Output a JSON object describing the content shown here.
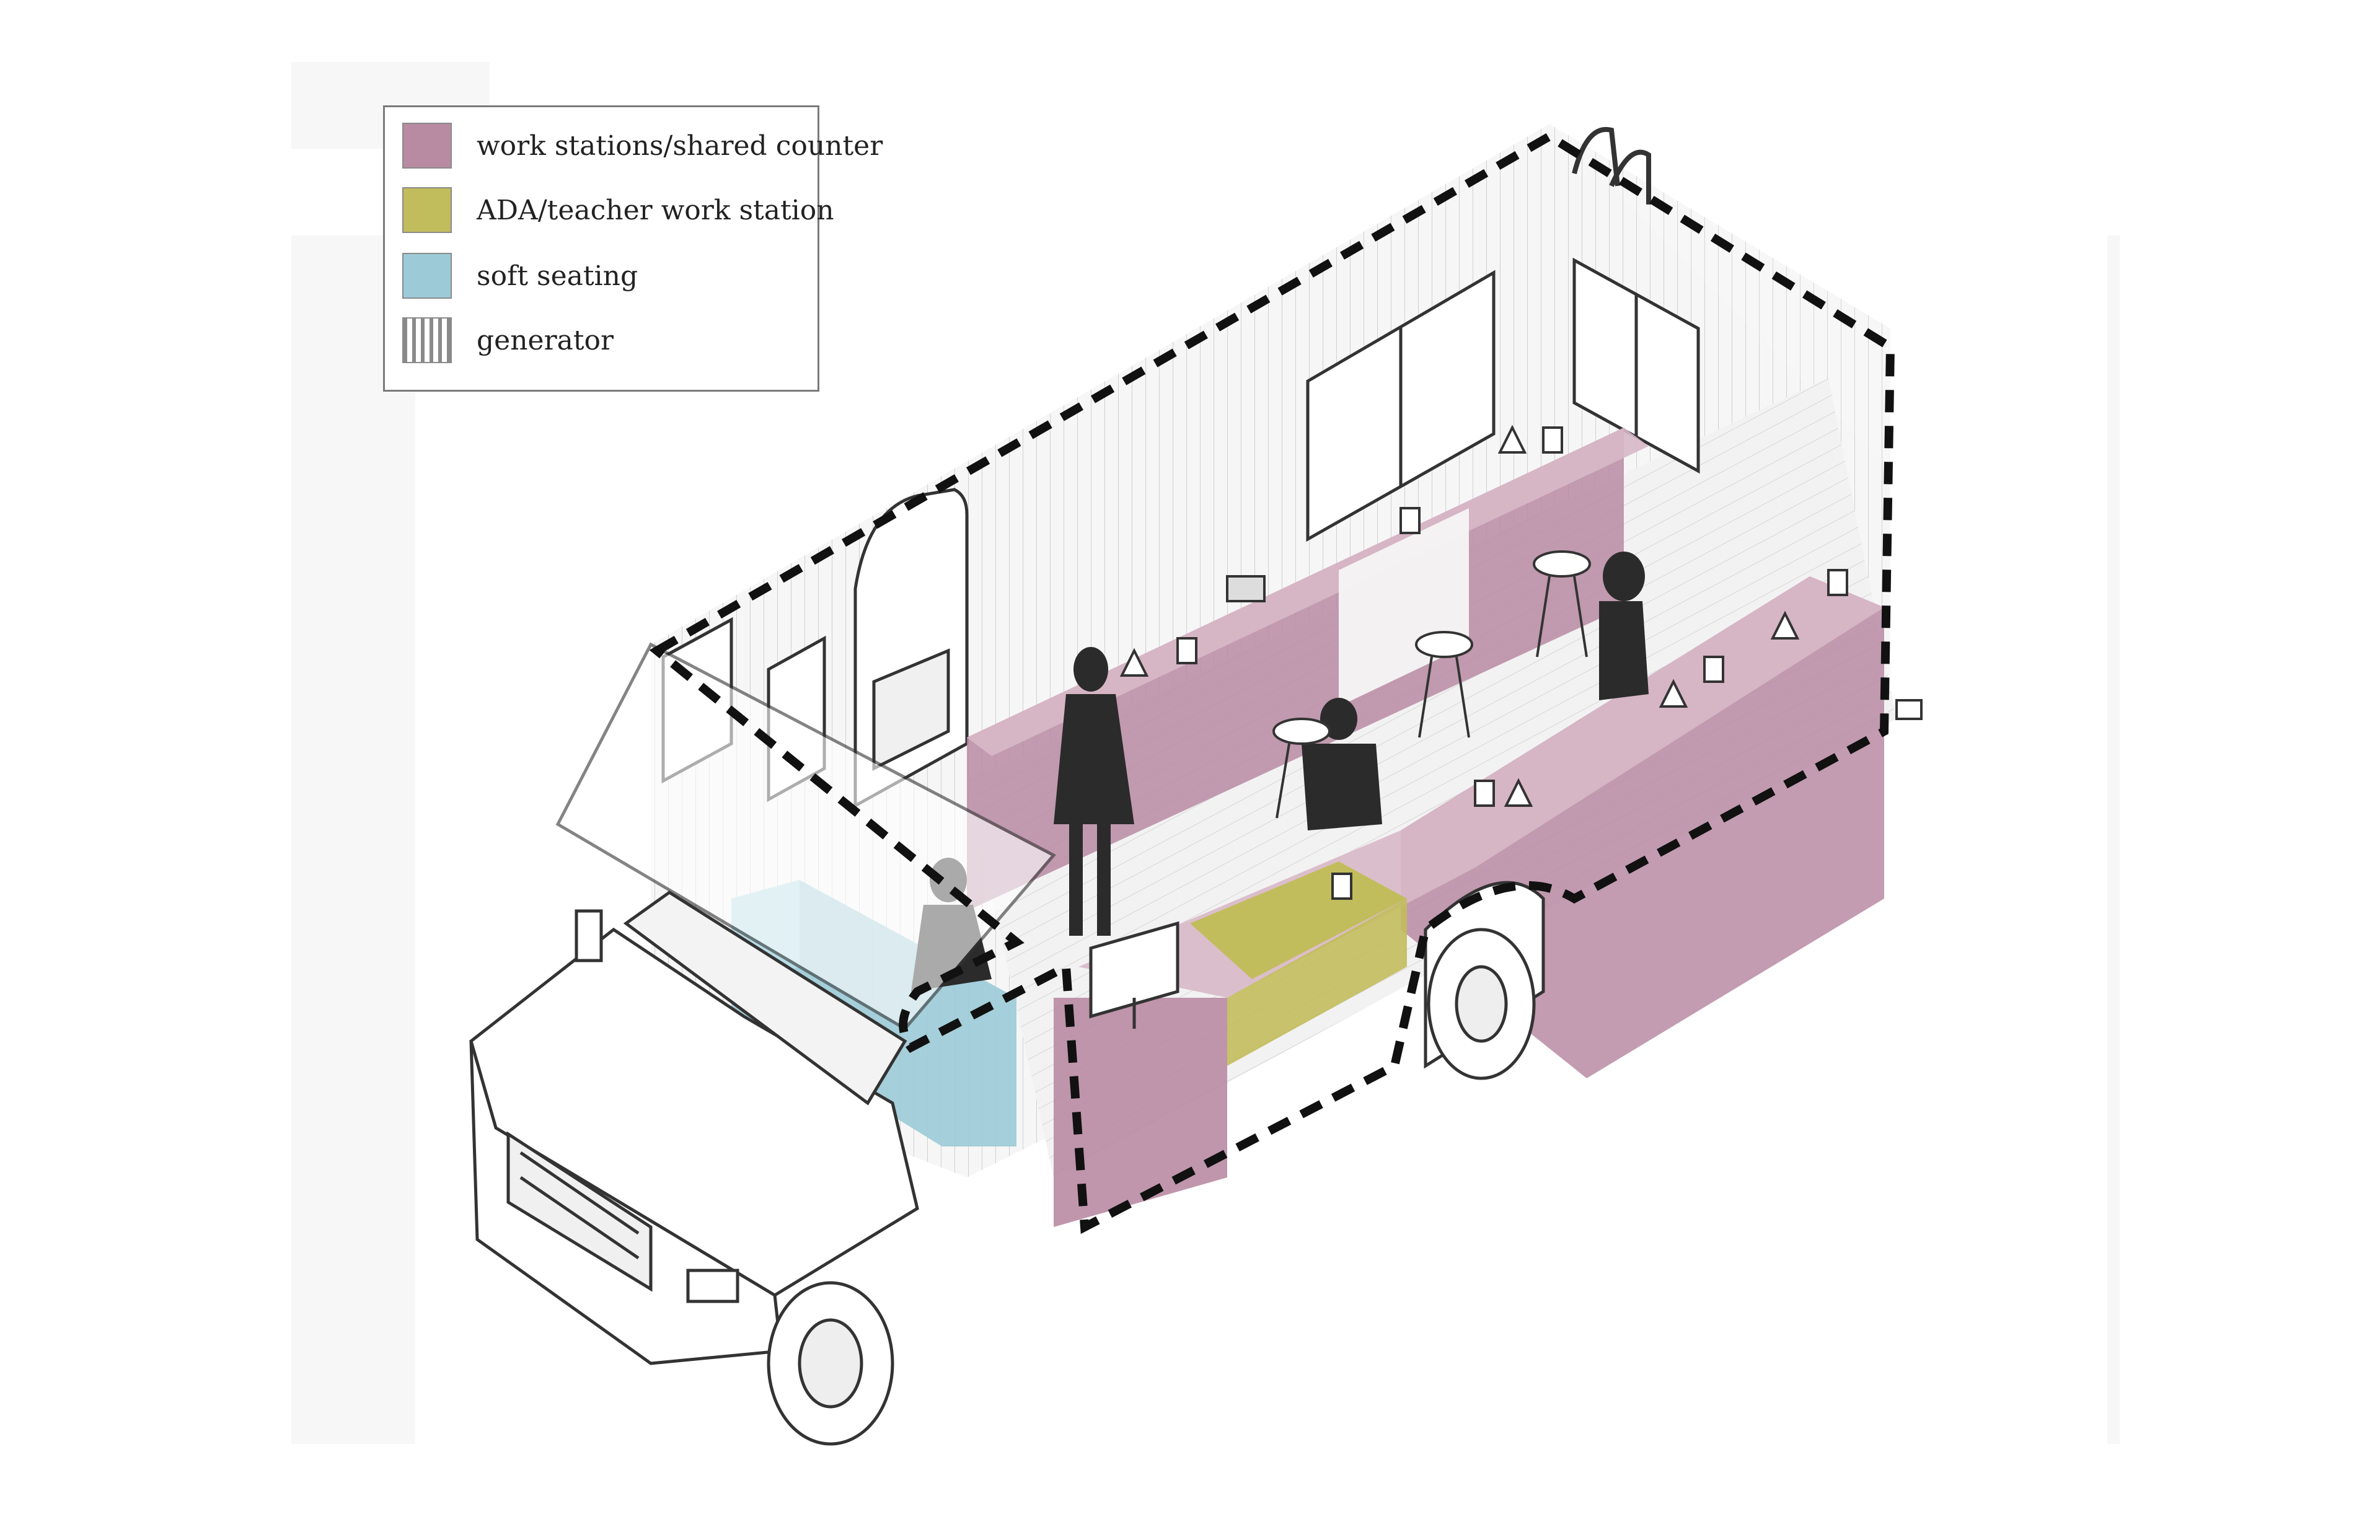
{
  "legend": {
    "items": [
      {
        "label": "work stations/shared counter",
        "color": "#b98ba3"
      },
      {
        "label": "ADA/teacher work station",
        "color": "#c2bd5c"
      },
      {
        "label": "soft seating",
        "color": "#9ccbd7"
      },
      {
        "label": "generator",
        "color": "#9a9a9a",
        "pattern": "vertical-stripes"
      }
    ]
  },
  "colors": {
    "work_station": "#b98ba3",
    "ada_station": "#c2bd5c",
    "soft_seating": "#9ccbd7",
    "outline": "#222222",
    "silhouette": "#2b2b2b",
    "wall": "#f4f4f4"
  }
}
